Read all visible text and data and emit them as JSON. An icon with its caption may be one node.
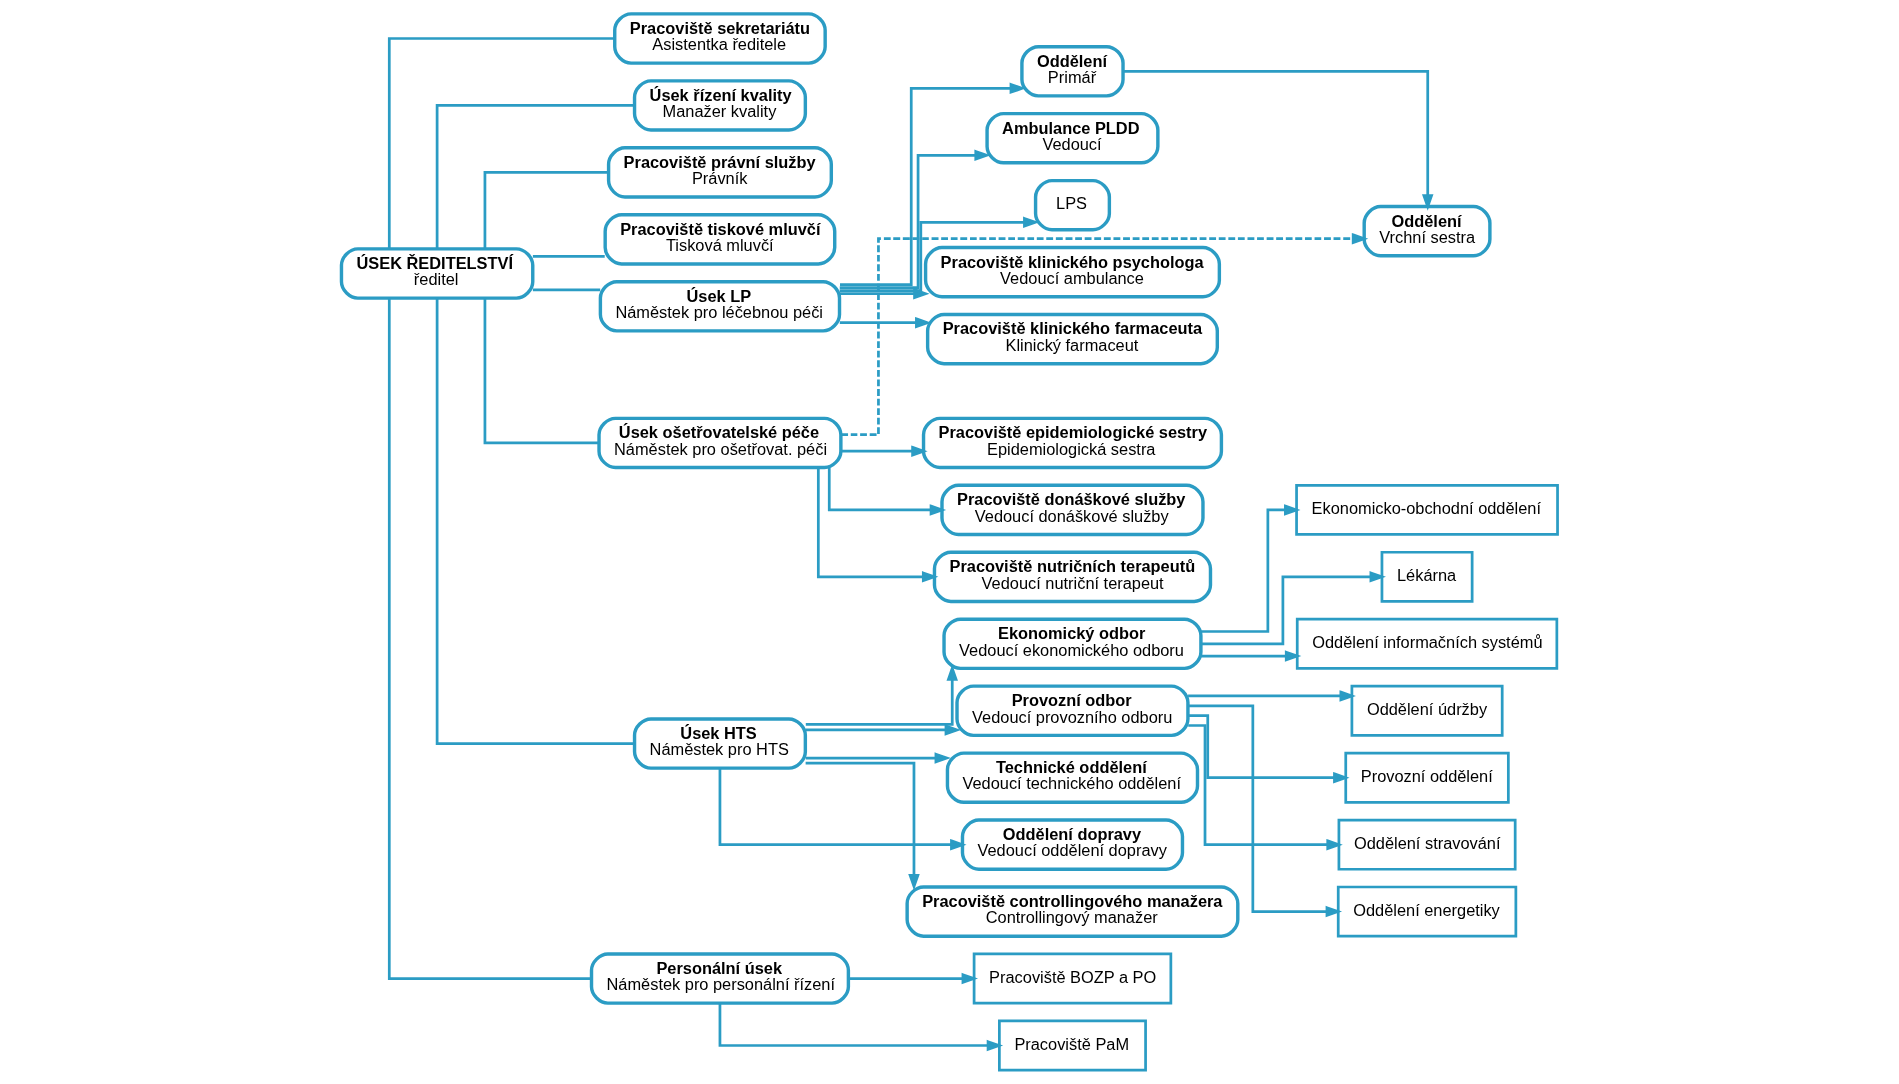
{
  "diagram": {
    "nodes": [
      {
        "text": [
          "ÚSEK ŘEDITELSTVÍ",
          "ředitel"
        ]
      },
      {
        "text": [
          "Pracoviště sekretariátu",
          "Asistentka ředitele"
        ]
      },
      {
        "text": [
          "Úsek řízení kvality",
          "Manažer kvality"
        ]
      },
      {
        "text": [
          "Pracoviště právní služby",
          "Právník"
        ]
      },
      {
        "text": [
          "Pracoviště tiskové mluvčí",
          "Tisková mluvčí"
        ]
      },
      {
        "text": [
          "Úsek LP",
          "Náměstek pro léčebnou péči"
        ]
      },
      {
        "text": [
          "Úsek ošetřovatelské péče",
          "Náměstek pro ošetřovat. péči"
        ]
      },
      {
        "text": [
          "Úsek HTS",
          "Náměstek pro HTS"
        ]
      },
      {
        "text": [
          "Personální úsek",
          "Náměstek pro personální řízení"
        ]
      },
      {
        "text": [
          "Oddělení",
          "Primář"
        ]
      },
      {
        "text": [
          "Ambulance PLDD",
          "Vedoucí"
        ]
      },
      {
        "text": [
          "LPS"
        ]
      },
      {
        "text": [
          "Pracoviště klinického psychologa",
          "Vedoucí ambulance"
        ]
      },
      {
        "text": [
          "Pracoviště klinického farmaceuta",
          "Klinický farmaceut"
        ]
      },
      {
        "text": [
          "Oddělení",
          "Vrchní sestra"
        ]
      },
      {
        "text": [
          "Pracoviště epidemiologické sestry",
          "Epidemiologická sestra"
        ]
      },
      {
        "text": [
          "Pracoviště donáškové služby",
          "Vedoucí donáškové služby"
        ]
      },
      {
        "text": [
          "Pracoviště nutričních terapeutů",
          "Vedoucí nutriční terapeut"
        ]
      },
      {
        "text": [
          "Ekonomický odbor",
          "Vedoucí ekonomického odboru"
        ]
      },
      {
        "text": [
          "Provozní odbor",
          "Vedoucí provozního odboru"
        ]
      },
      {
        "text": [
          "Technické oddělení",
          "Vedoucí technického oddělení"
        ]
      },
      {
        "text": [
          "Oddělení dopravy",
          "Vedoucí oddělení dopravy"
        ]
      },
      {
        "text": [
          "Pracoviště controllingového manažera",
          "Controllingový manažer"
        ]
      },
      {
        "text": [
          "Ekonomicko-obchodní oddělení"
        ]
      },
      {
        "text": [
          "Lékárna"
        ]
      },
      {
        "text": [
          "Oddělení informačních systémů"
        ]
      },
      {
        "text": [
          "Oddělení údržby"
        ]
      },
      {
        "text": [
          "Provozní oddělení"
        ]
      },
      {
        "text": [
          "Oddělení stravování"
        ]
      },
      {
        "text": [
          "Oddělení energetiky"
        ]
      },
      {
        "text": [
          "Pracoviště BOZP a PO"
        ]
      },
      {
        "text": [
          "Pracoviště PaM"
        ]
      }
    ],
    "edges": [
      {
        "from": 0,
        "to": 1,
        "arrow": "none"
      },
      {
        "from": 0,
        "to": 2,
        "arrow": "none"
      },
      {
        "from": 0,
        "to": 3,
        "arrow": "none"
      },
      {
        "from": 0,
        "to": 4,
        "arrow": "none"
      },
      {
        "from": 0,
        "to": 5,
        "arrow": "none"
      },
      {
        "from": 0,
        "to": 6,
        "arrow": "none"
      },
      {
        "from": 0,
        "to": 7,
        "arrow": "none"
      },
      {
        "from": 0,
        "to": 8,
        "arrow": "none"
      },
      {
        "from": 5,
        "to": 9,
        "arrow": "to"
      },
      {
        "from": 5,
        "to": 10,
        "arrow": "to"
      },
      {
        "from": 5,
        "to": 11,
        "arrow": "to"
      },
      {
        "from": 5,
        "to": 12,
        "arrow": "to"
      },
      {
        "from": 5,
        "to": 13,
        "arrow": "to"
      },
      {
        "from": 9,
        "to": 14,
        "arrow": "to"
      },
      {
        "from": 6,
        "to": 14,
        "arrow": "to",
        "style": "dashed"
      },
      {
        "from": 6,
        "to": 15,
        "arrow": "to"
      },
      {
        "from": 6,
        "to": 16,
        "arrow": "to"
      },
      {
        "from": 6,
        "to": 17,
        "arrow": "to"
      },
      {
        "from": 7,
        "to": 18,
        "arrow": "to"
      },
      {
        "from": 7,
        "to": 19,
        "arrow": "to"
      },
      {
        "from": 7,
        "to": 20,
        "arrow": "to"
      },
      {
        "from": 7,
        "to": 21,
        "arrow": "to"
      },
      {
        "from": 7,
        "to": 22,
        "arrow": "to"
      },
      {
        "from": 18,
        "to": 23,
        "arrow": "to"
      },
      {
        "from": 18,
        "to": 24,
        "arrow": "to"
      },
      {
        "from": 18,
        "to": 25,
        "arrow": "to"
      },
      {
        "from": 19,
        "to": 26,
        "arrow": "to"
      },
      {
        "from": 19,
        "to": 27,
        "arrow": "to"
      },
      {
        "from": 19,
        "to": 28,
        "arrow": "to"
      },
      {
        "from": 19,
        "to": 29,
        "arrow": "to"
      },
      {
        "from": 8,
        "to": 30,
        "arrow": "to"
      },
      {
        "from": 8,
        "to": 31,
        "arrow": "to"
      }
    ]
  }
}
